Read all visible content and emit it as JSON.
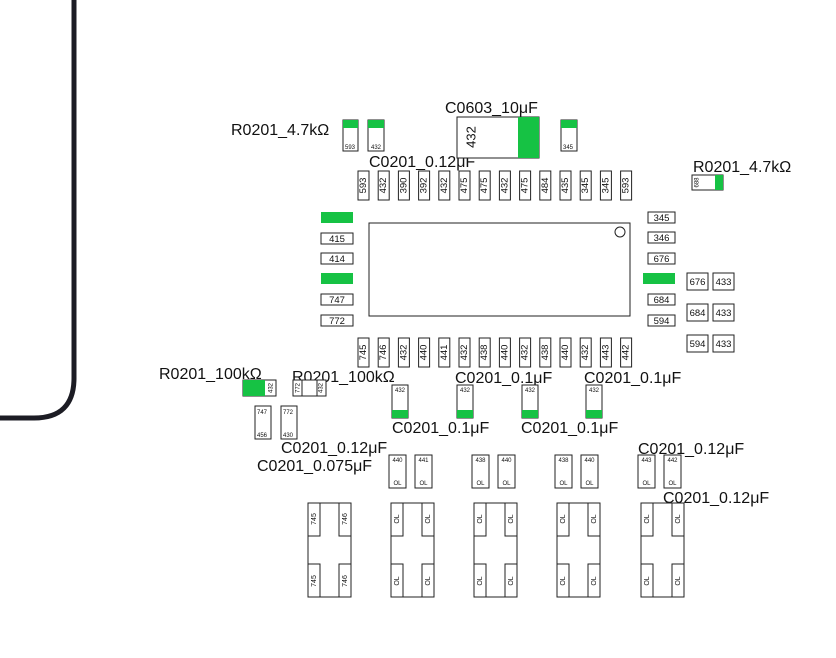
{
  "labels": {
    "c0603_top": "C0603_10μF",
    "r_47k_left": "R0201_4.7kΩ",
    "c012_top": "C0201_0.12μF",
    "r_47k_right": "R0201_4.7kΩ",
    "r_100k_left": "R0201_100kΩ",
    "r_100k_mid": "R0201_100kΩ",
    "c01_a": "C0201_0.1μF",
    "c01_b": "C0201_0.1μF",
    "c01_c": "C0201_0.1μF",
    "c01_d": "C0201_0.1μF",
    "c012_left": "C0201_0.12μF",
    "c0075_left": "C0201_0.075μF",
    "c012_right": "C0201_0.12μF",
    "c012_right2": "C0201_0.12μF"
  },
  "big_cap": {
    "number": "432"
  },
  "top_small": {
    "a": "593",
    "b": "432",
    "c": "345",
    "right": "688"
  },
  "top_pins": [
    "593",
    "432",
    "390",
    "392",
    "432",
    "475",
    "475",
    "432",
    "475",
    "484",
    "435",
    "345",
    "345",
    "593"
  ],
  "left_pins": [
    "",
    "415",
    "414",
    "",
    "747",
    "772"
  ],
  "right_pins": [
    "345",
    "346",
    "676",
    "",
    "684",
    "594"
  ],
  "right_grid": [
    "676",
    "433",
    "684",
    "433",
    "594",
    "433"
  ],
  "bottom_pins": [
    "745",
    "746",
    "432",
    "440",
    "441",
    "432",
    "438",
    "440",
    "432",
    "438",
    "440",
    "432",
    "443",
    "442"
  ],
  "r100k_left_num": "432",
  "r100k_mid_nums": [
    "772",
    "432"
  ],
  "mid_small_nums": [
    "747",
    "772",
    "456",
    "430"
  ],
  "row_caps_nums": [
    "432",
    "432",
    "432",
    "432"
  ],
  "pair_top_nums": [
    "440",
    "441",
    "438",
    "440",
    "438",
    "440",
    "443",
    "442"
  ],
  "pair_bot_text": "OL",
  "big_bottom": [
    {
      "tl": "745",
      "tr": "746",
      "bl": "745",
      "br": "746"
    },
    {
      "tl": "OL",
      "tr": "OL",
      "bl": "OL",
      "br": "OL"
    },
    {
      "tl": "OL",
      "tr": "OL",
      "bl": "OL",
      "br": "OL"
    },
    {
      "tl": "OL",
      "tr": "OL",
      "bl": "OL",
      "br": "OL"
    },
    {
      "tl": "OL",
      "tr": "OL",
      "bl": "OL",
      "br": "OL"
    }
  ],
  "colors": {
    "pad": "#16c244",
    "outline": "#222222",
    "wire": "#1c1c24"
  }
}
